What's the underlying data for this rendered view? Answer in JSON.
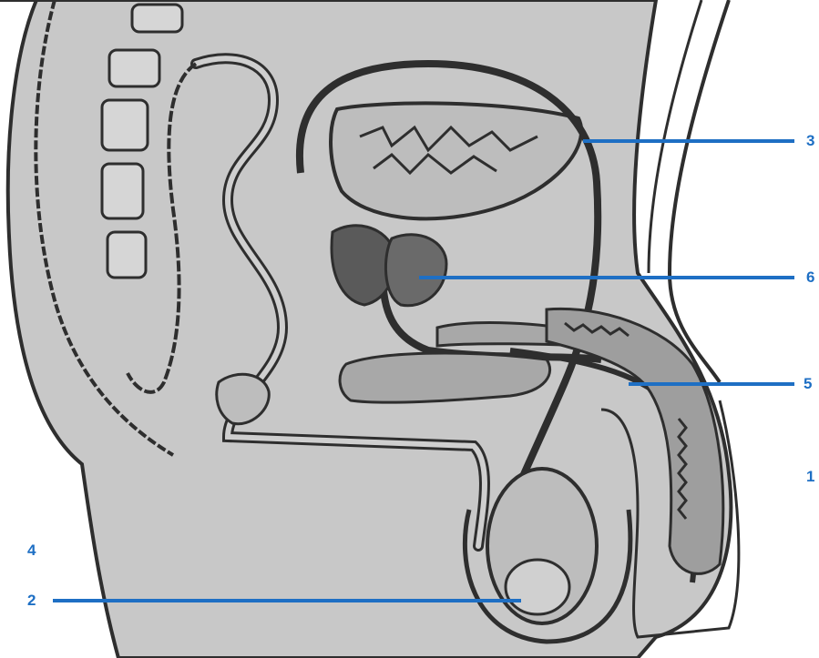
{
  "diagram": {
    "colors": {
      "tissue": "#c8c8c8",
      "outline": "#2e2e2e",
      "organ_dark": "#5a5a5a",
      "leader": "#1e6fc4",
      "background": "#ffffff"
    },
    "labels": [
      {
        "id": "label-3",
        "text": "3"
      },
      {
        "id": "label-6",
        "text": "6"
      },
      {
        "id": "label-5",
        "text": "5"
      },
      {
        "id": "label-1",
        "text": "1"
      },
      {
        "id": "label-4",
        "text": "4"
      },
      {
        "id": "label-2",
        "text": "2"
      }
    ]
  }
}
